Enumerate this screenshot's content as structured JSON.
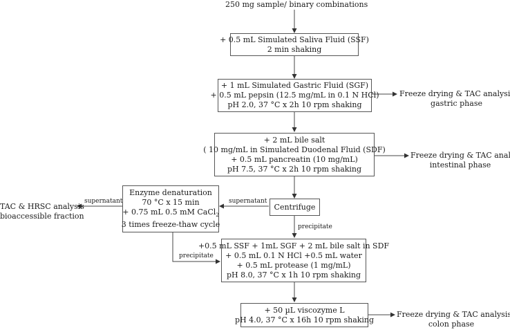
{
  "top_label": "250 mg sample/ binary combinations",
  "box_ssf": [
    "+ 0.5 mL Simulated Saliva Fluid (SSF)",
    "2 min shaking"
  ],
  "box_sgf": [
    "+ 1 mL Simulated Gastric Fluid (SGF)",
    "+ 0.5 mL pepsin (12.5 mg/mL in 0.1 N HCl)",
    "pH 2.0, 37 °C x 2h 10 rpm shaking"
  ],
  "out_gastric": [
    "Freeze drying & TAC analysis",
    "gastric phase"
  ],
  "box_sdf": [
    "+ 2 mL bile salt",
    "( 10 mg/mL in Simulated Duodenal Fluid (SDF)",
    "+ 0.5 mL pancreatin (10 mg/mL)",
    "pH 7.5, 37 °C x 2h 10 rpm shaking"
  ],
  "out_intestinal": [
    "Freeze drying & TAC analysis",
    "intestinal phase"
  ],
  "box_centrifuge": "Centrifuge",
  "box_denat": {
    "line1": "Enzyme denaturation",
    "line2": "70 °C x 15 min",
    "line3_pre": "+ 0.75 mL 0.5 mM CaCl",
    "line3_sub": "2",
    "line4": "3 times freeze-thaw cycle"
  },
  "out_bioaccessible": [
    "TAC & HRSC analysis",
    "bioaccessible fraction"
  ],
  "label_supernatant_1": "supernatant",
  "label_supernatant_2": "supernatant",
  "label_precipitate_1": "precipitate",
  "label_precipitate_2": "precipitate",
  "box_protease": [
    "+0.5 mL SSF + 1mL SGF + 2 mL bile salt in SDF",
    "+ 0.5 mL 0.1 N HCl +0.5 mL water",
    "+ 0.5 mL protease (1 mg/mL)",
    "pH 8.0, 37 °C x 1h 10 rpm shaking"
  ],
  "box_visco": [
    "+ 50 µL viscozyme L",
    "pH 4.0, 37 °C x 16h 10 rpm shaking"
  ],
  "out_colon": [
    "Freeze drying & TAC analysis",
    "colon phase"
  ]
}
